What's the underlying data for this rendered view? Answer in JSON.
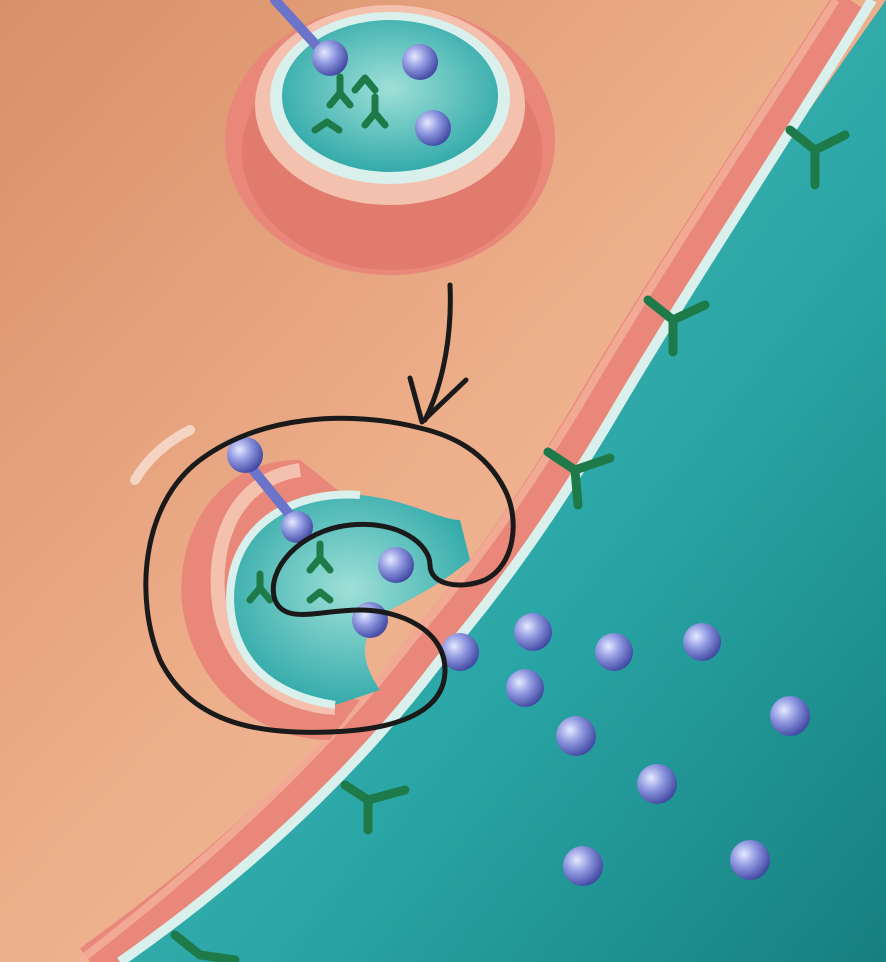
{
  "figure": {
    "description_visible_text": "",
    "colors": {
      "cytoplasm": "#e8a07a",
      "membrane": "#e8877a",
      "membrane_highlight": "#f2b29e",
      "extracellular": "#2aa6a6",
      "extracellular_light": "#5cc3bf",
      "vesicle_interior": "#38b3ae",
      "membrane_inner_line": "#d9f0ec",
      "molecule": "#8f98e0",
      "molecule_dark": "#5a62b8",
      "receptor": "#1f7a4a",
      "pen_annotation": "#1a1a1a"
    },
    "icons": [
      "vesicle",
      "fusing-vesicle",
      "neurotransmitter-molecule",
      "receptor-y",
      "hand-drawn-arrow",
      "hand-drawn-loop"
    ]
  }
}
